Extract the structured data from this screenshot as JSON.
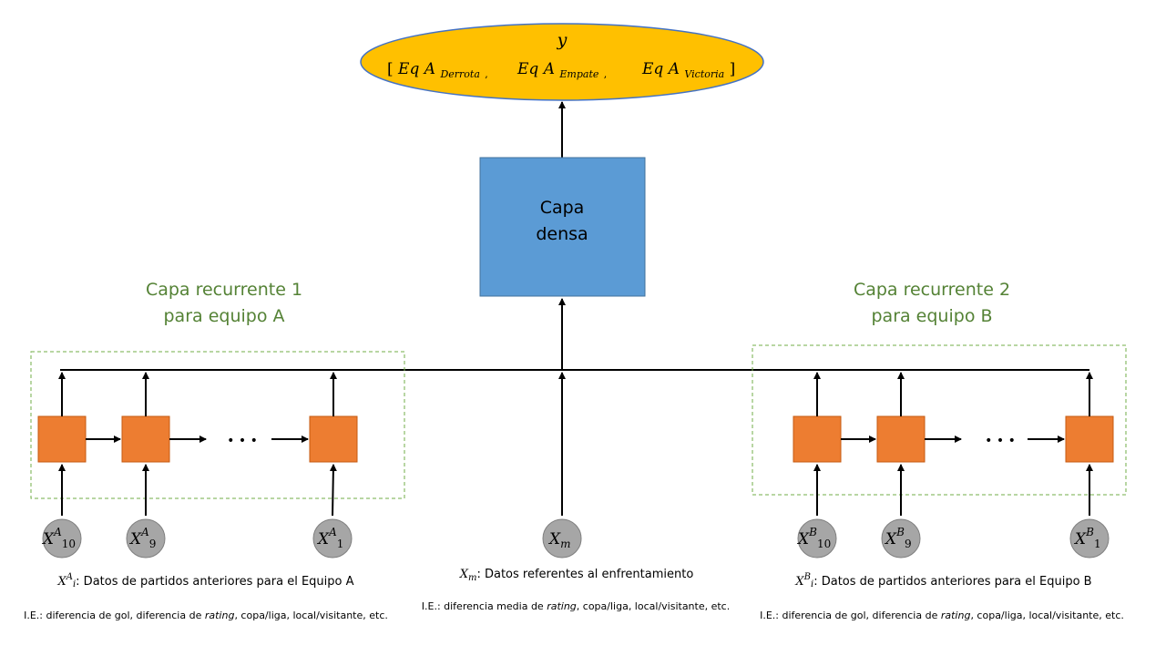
{
  "output": {
    "symbol": "y",
    "bracket_open": "[",
    "bracket_close": "]",
    "items": [
      {
        "eq": "Eq A",
        "sub": "Derrota",
        "sep": ","
      },
      {
        "eq": "Eq A",
        "sub": "Empate",
        "sep": ","
      },
      {
        "eq": "Eq A",
        "sub": "Victoria",
        "sep": ""
      }
    ]
  },
  "dense_layer": {
    "line1": "Capa",
    "line2": "densa"
  },
  "recurrent_a": {
    "title_line1": "Capa recurrente 1",
    "title_line2": "para equipo A"
  },
  "recurrent_b": {
    "title_line1": "Capa recurrente 2",
    "title_line2": "para equipo B"
  },
  "ellipsis": "• • •",
  "inputs": {
    "a": [
      {
        "base": "X",
        "sup": "A",
        "sub": "10"
      },
      {
        "base": "X",
        "sup": "A",
        "sub": "9"
      },
      {
        "base": "X",
        "sup": "A",
        "sub": "1"
      }
    ],
    "m": {
      "base": "X",
      "sub": "m"
    },
    "b": [
      {
        "base": "X",
        "sup": "B",
        "sub": "10"
      },
      {
        "base": "X",
        "sup": "B",
        "sub": "9"
      },
      {
        "base": "X",
        "sup": "B",
        "sub": "1"
      }
    ]
  },
  "captions": {
    "a": {
      "base": "X",
      "sup": "A",
      "sub": "i",
      "text": ": Datos de partidos anteriores para el Equipo A"
    },
    "m": {
      "base": "X",
      "sub": "m",
      "text": ": Datos referentes al enfrentamiento"
    },
    "b": {
      "base": "X",
      "sup": "B",
      "sub": "i",
      "text": ": Datos de partidos anteriores para el Equipo B"
    }
  },
  "notes": {
    "a": {
      "pre": "I.E.: diferencia de gol, diferencia de ",
      "em": "rating",
      "post": ", copa/liga, local/visitante, etc."
    },
    "m": {
      "pre": "I.E.: diferencia media de ",
      "em": "rating",
      "post": ", copa/liga, local/visitante, etc."
    },
    "b": {
      "pre": "I.E.: diferencia de gol, diferencia de ",
      "em": "rating",
      "post": ", copa/liga, local/visitante, etc."
    }
  },
  "colors": {
    "output_fill": "#FFC000",
    "output_stroke": "#4472C4",
    "dense_fill": "#5B9BD5",
    "cell_fill": "#ED7D31",
    "input_fill": "#A6A6A6",
    "group_stroke": "#70AD47",
    "title_text": "#548235"
  }
}
